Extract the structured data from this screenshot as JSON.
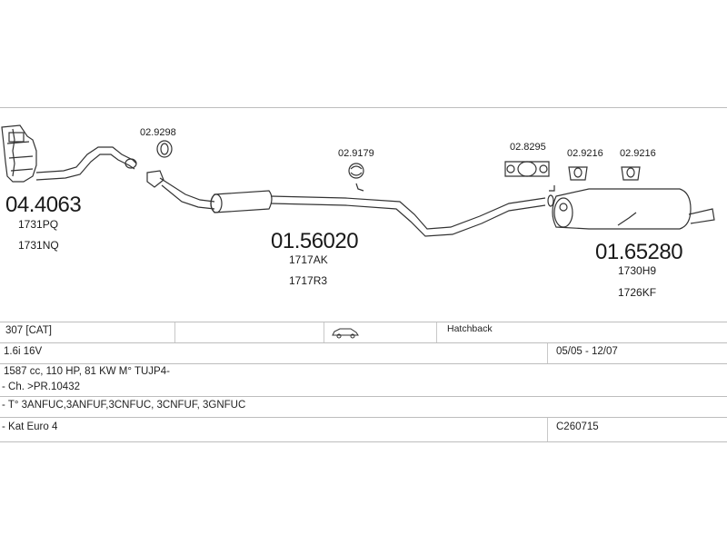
{
  "parts": [
    {
      "number": "04.4063",
      "refs": [
        "1731PQ",
        "1731NQ"
      ]
    },
    {
      "number": "01.56020",
      "refs": [
        "1717AK",
        "1717R3"
      ]
    },
    {
      "number": "01.65280",
      "refs": [
        "1730H9",
        "1726KF"
      ]
    }
  ],
  "fittings": [
    "02.9298",
    "02.9179",
    "02.8295",
    "02.9216",
    "02.9216"
  ],
  "vehicle": {
    "model": "307  [CAT]",
    "body": "Hatchback",
    "engine": "1.6i 16V",
    "period": "05/05 - 12/07",
    "spec": "1587 cc, 110 HP, 81 KW M° TUJP4-",
    "chassis": "- Ch. >PR.10432",
    "types": "- T° 3ANFUC,3ANFUF,3CNFUC, 3CNFUF, 3GNFUC",
    "emission": "- Kat Euro 4",
    "catalog": "C260715"
  },
  "icons": {
    "car": "hatchback-car-icon"
  }
}
